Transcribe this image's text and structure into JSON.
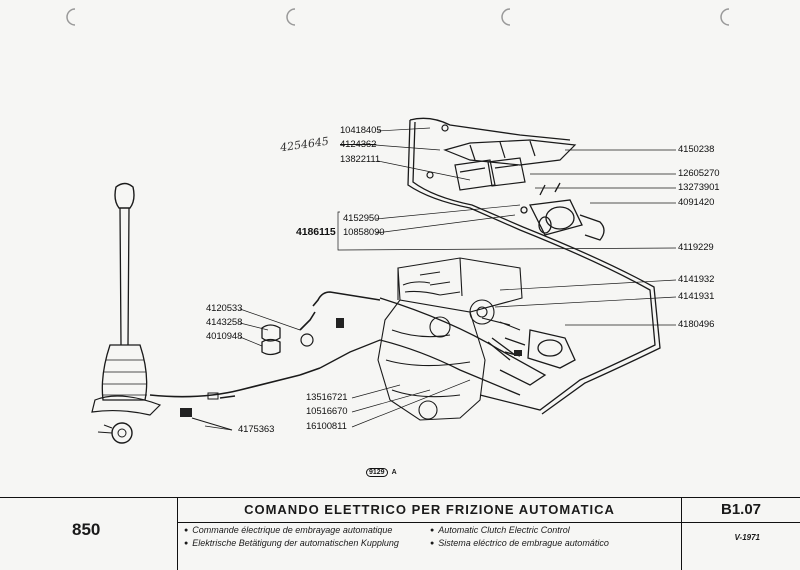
{
  "labels": {
    "p10418405": "10418405",
    "p4124362": "4124362",
    "p13822111": "13822111",
    "p4150238": "4150238",
    "p12605270": "12605270",
    "p13273901": "13273901",
    "p4091420": "4091420",
    "p4152950": "4152950",
    "p4186115": "4186115",
    "p10858090": "10858090",
    "p4119229": "4119229",
    "p4141932": "4141932",
    "p4141931": "4141931",
    "p4180496": "4180496",
    "p4120533": "4120533",
    "p4143258": "4143258",
    "p4010948": "4010948",
    "p13516721": "13516721",
    "p10516670": "10516670",
    "p16100811": "16100811",
    "p4175363": "4175363"
  },
  "handwritten_note": "4254645",
  "figure_ref": {
    "number": "9129",
    "letter": "A"
  },
  "title_block": {
    "model": "850",
    "title": "COMANDO ELETTRICO PER FRIZIONE AUTOMATICA",
    "subtitles": {
      "fr": "Commande électrique de embrayage automatique",
      "de": "Elektrische Betätigung der automatischen Kupplung",
      "en": "Automatic Clutch Electric Control",
      "es": "Sistema eléctrico de embrague automático"
    },
    "code": "B1.07",
    "date": "V-1971"
  }
}
